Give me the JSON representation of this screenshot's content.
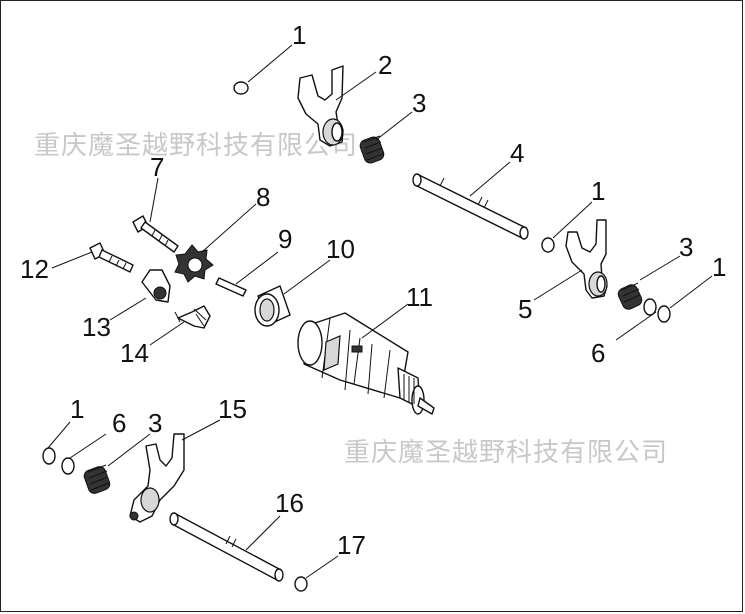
{
  "watermark": {
    "text_top": "重庆魔圣越野科技有限公司",
    "text_bottom": "重庆魔圣越野科技有限公司"
  },
  "callouts": {
    "c1a": "1",
    "c2": "2",
    "c3a": "3",
    "c4": "4",
    "c1b": "1",
    "c7": "7",
    "c8": "8",
    "c9": "9",
    "c10": "10",
    "c3b": "3",
    "c1c": "1",
    "c12": "12",
    "c11": "11",
    "c5": "5",
    "c6a": "6",
    "c13": "13",
    "c14": "14",
    "c15": "15",
    "c1d": "1",
    "c6b": "6",
    "c3c": "3",
    "c16": "16",
    "c17": "17"
  },
  "colors": {
    "ink": "#111111",
    "watermark": "#c8c8c8",
    "shade": "#d8d8d8"
  }
}
